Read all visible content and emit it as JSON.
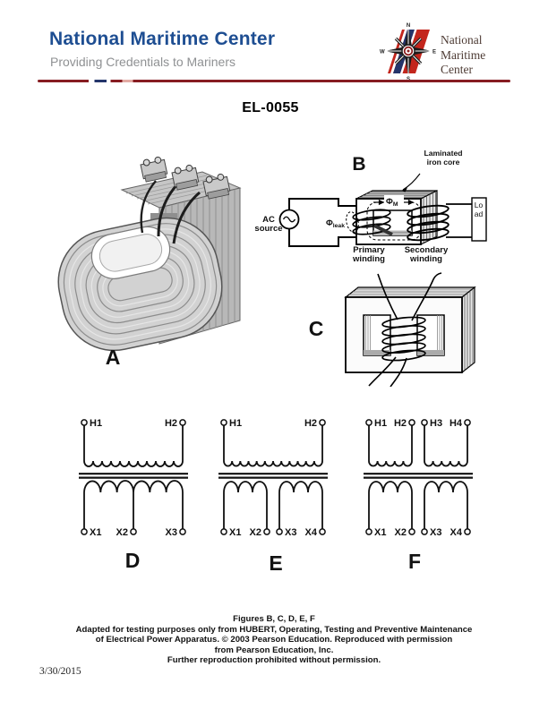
{
  "header": {
    "title": "National Maritime Center",
    "subtitle": "Providing Credentials to Mariners",
    "logo": {
      "line1": "National",
      "line2": "Maritime",
      "line3": "Center",
      "compass_n": "N",
      "compass_s": "S",
      "compass_e": "E",
      "compass_w": "W"
    }
  },
  "doc": {
    "code": "EL-0055"
  },
  "figures": {
    "a": {
      "label": "A"
    },
    "b": {
      "label": "B",
      "core_note_1": "Laminated",
      "core_note_2": "iron core",
      "ac_1": "AC",
      "ac_2": "source",
      "phi": "Φ",
      "leak_sub": "leak",
      "m_sub": "M",
      "primary_1": "Primary",
      "primary_2": "winding",
      "secondary_1": "Secondary",
      "secondary_2": "winding",
      "load": "Load"
    },
    "c": {
      "label": "C"
    },
    "d": {
      "label": "D",
      "top": [
        "H1",
        "H2"
      ],
      "bottom": [
        "X1",
        "X2",
        "X3"
      ]
    },
    "e": {
      "label": "E",
      "top": [
        "H1",
        "H2"
      ],
      "bottom": [
        "X1",
        "X2",
        "X3",
        "X4"
      ]
    },
    "f": {
      "label": "F",
      "top": [
        "H1",
        "H2",
        "H3",
        "H4"
      ],
      "bottom": [
        "X1",
        "X2",
        "X3",
        "X4"
      ]
    }
  },
  "footer": {
    "lines": [
      "Figures B, C, D, E, F",
      "Adapted for testing purposes only from HUBERT, Operating, Testing and Preventive Maintenance",
      "of Electrical Power Apparatus. © 2003 Pearson Education. Reproduced with permission",
      "from Pearson Education, Inc.",
      "Further reproduction prohibited without permission."
    ],
    "date": "3/30/2015"
  },
  "colors": {
    "brand_blue": "#1e4e92",
    "subtitle_gray": "#8f9193",
    "divider_maroon": "#871d22",
    "logo_red": "#c3261d",
    "logo_navy": "#24356b",
    "logo_text": "#4e3c35"
  }
}
